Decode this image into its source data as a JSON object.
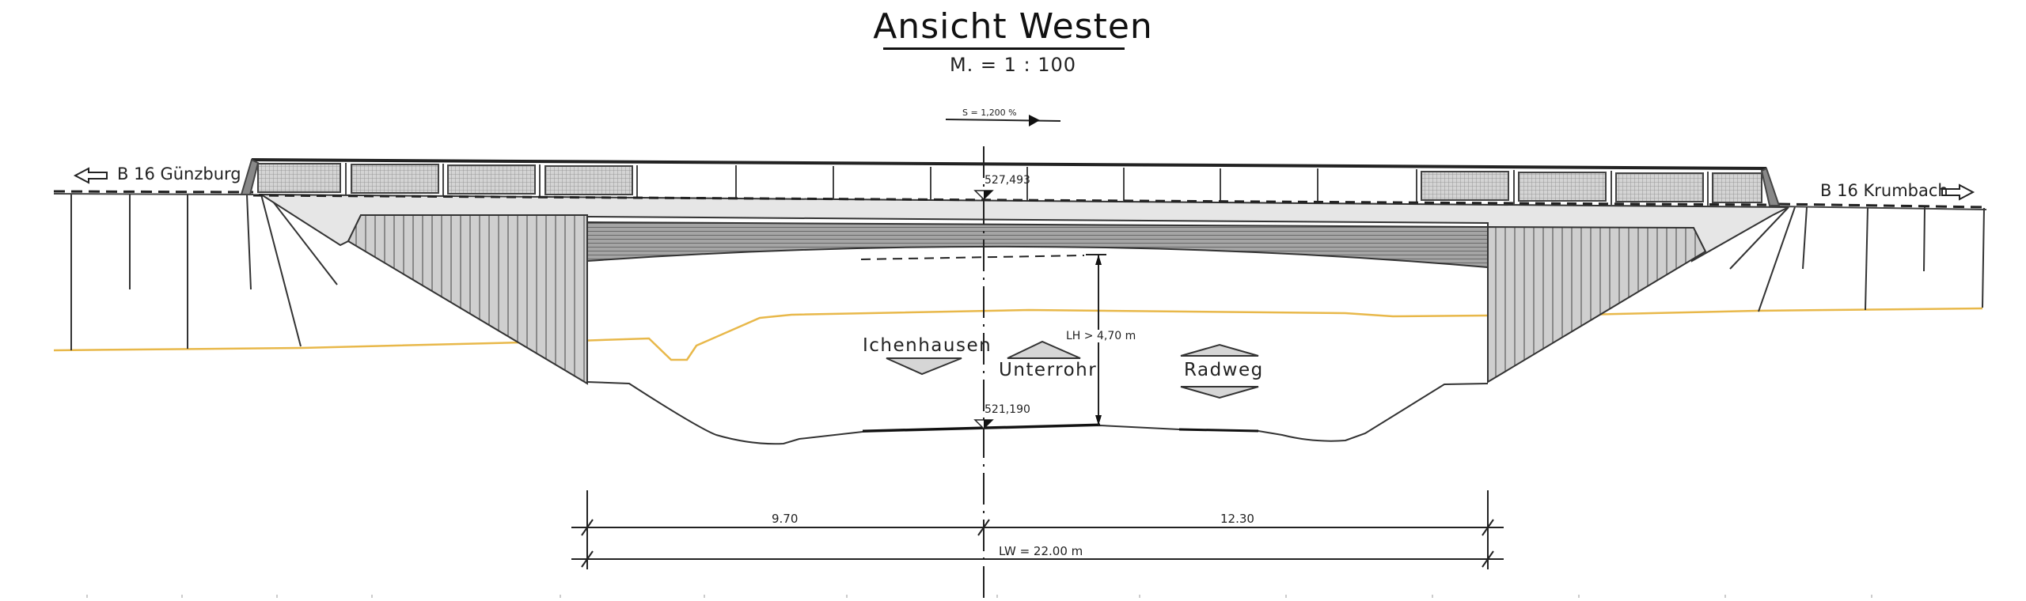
{
  "drawing": {
    "title": "Ansicht Westen",
    "scale": "M. =  1 : 100",
    "slope_label": "S = 1,200 %",
    "left_road": "B 16 Günzburg",
    "right_road": "B 16 Krumbach",
    "elevation_top": "527,493",
    "elevation_bottom": "521,190",
    "clearance_label": "LH > 4,70 m",
    "direction_labels": {
      "left": "Ichenhausen",
      "center": "Unterrohr",
      "right": "Radweg"
    },
    "dimensions": {
      "left_span": "9.70",
      "right_span": "12.30",
      "total_span": "LW = 22.00 m"
    },
    "colors": {
      "line": "#222222",
      "terrain_line": "#e8b84a",
      "deck_fill": "#e6e6e6",
      "abutment_fill": "#cfcfcf",
      "girder_fill": "#9a9a9a",
      "railing_mesh": "#bdbdbd"
    }
  }
}
